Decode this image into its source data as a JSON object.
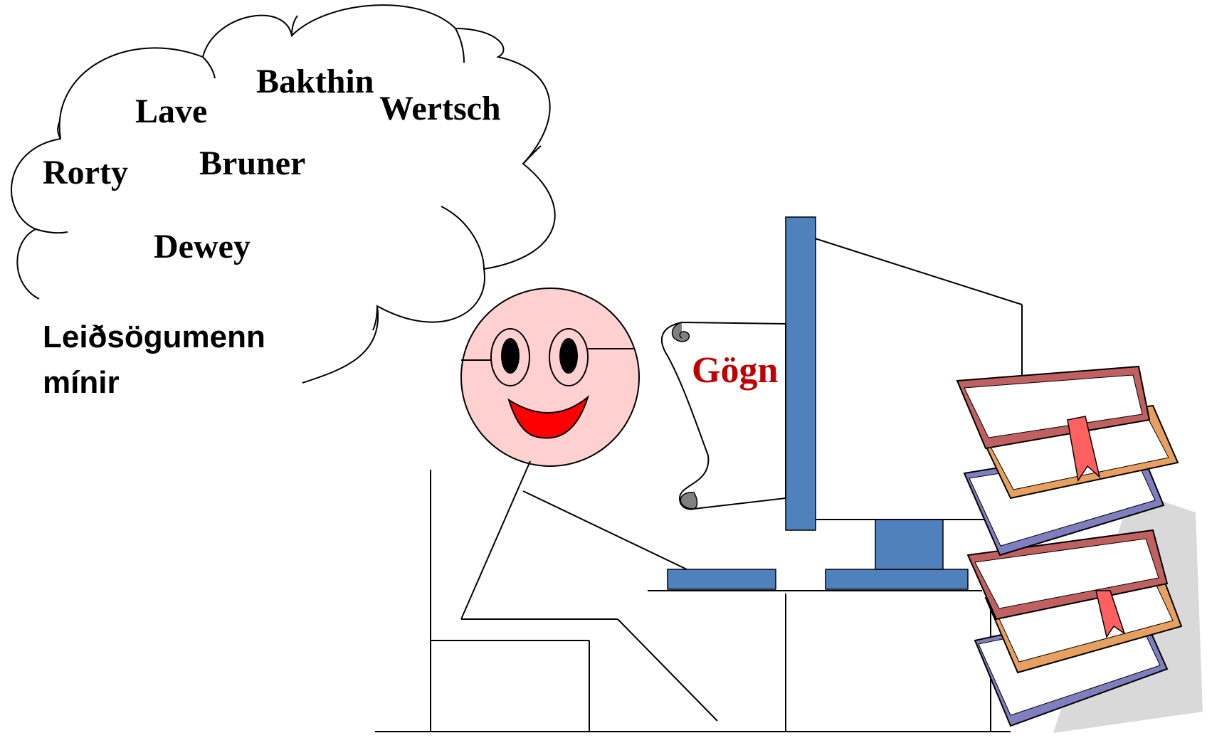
{
  "thought_cloud": {
    "names": {
      "bakthin": "Bakthin",
      "lave": "Lave",
      "wertsch": "Wertsch",
      "rorty": "Rorty",
      "bruner": "Bruner",
      "dewey": "Dewey"
    },
    "caption_line1": "Leiðsögumenn",
    "caption_line2": "mínir"
  },
  "scroll": {
    "label": "Gögn",
    "label_color": "#C00000"
  },
  "colors": {
    "face_fill": "#FFD0D0",
    "mouth_fill": "#FF0000",
    "monitor_blue": "#4F81BD",
    "scroll_curl": "#808080"
  },
  "icons": [
    "thought-cloud",
    "smiley-face",
    "computer-monitor",
    "keyboard",
    "desk",
    "chair",
    "paper-scroll",
    "stack-of-books"
  ]
}
